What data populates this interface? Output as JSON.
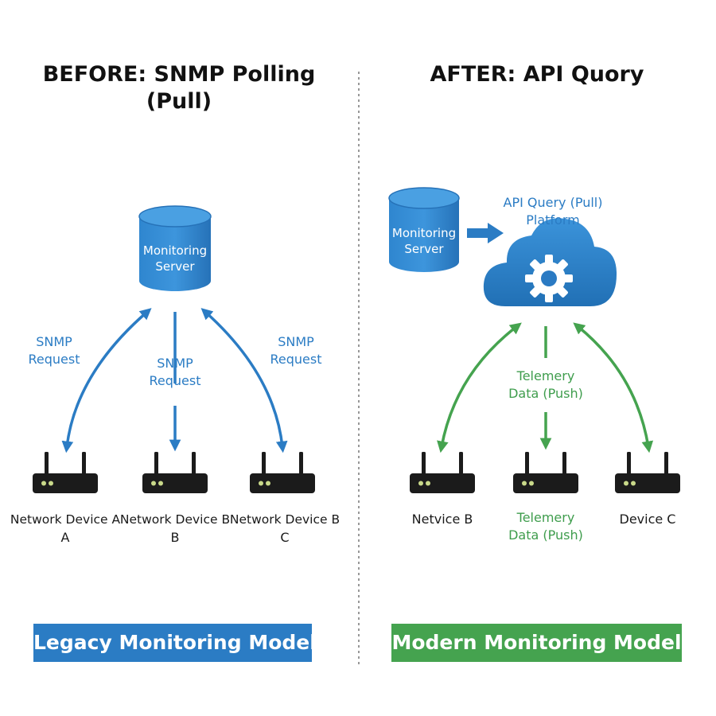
{
  "colors": {
    "blue": "#2b7cc4",
    "blue_dark": "#1e64a6",
    "green": "#45a34f",
    "device": "#1b1b1b",
    "led": "#c9d98a",
    "divider": "#555555"
  },
  "left": {
    "title_line1": "BEFORE: SNMP Polling",
    "title_line2": "(Pull)",
    "server_line1": "Monitoring",
    "server_line2": "Server",
    "request_left_line1": "SNMP",
    "request_left_line2": "Request",
    "request_center_line1": "SNMP",
    "request_center_line2": "Request",
    "request_right_line1": "SNMP",
    "request_right_line2": "Request",
    "devices": [
      {
        "line1": "Network Device A",
        "line2": "A"
      },
      {
        "line1": "Network Device B",
        "line2": "B"
      },
      {
        "line1": "Network Device B",
        "line2": "C"
      }
    ],
    "banner": "Legacy Monitoring Model"
  },
  "right": {
    "title": "AFTER: API Quory",
    "server_line1": "Monitoring",
    "server_line2": "Server",
    "platform_line1": "API Query (Pull)",
    "platform_line2": "Platform",
    "cloud_icon": "gear-icon",
    "telemetry_line1": "Telemery",
    "telemetry_line2": "Data (Push)",
    "devices": [
      {
        "line1": "Netvice B",
        "line2": ""
      },
      {
        "line1": "Telemery",
        "line2": "Data (Push)"
      },
      {
        "line1": "Device C",
        "line2": ""
      }
    ],
    "banner": "Modern Monitoring Model"
  }
}
